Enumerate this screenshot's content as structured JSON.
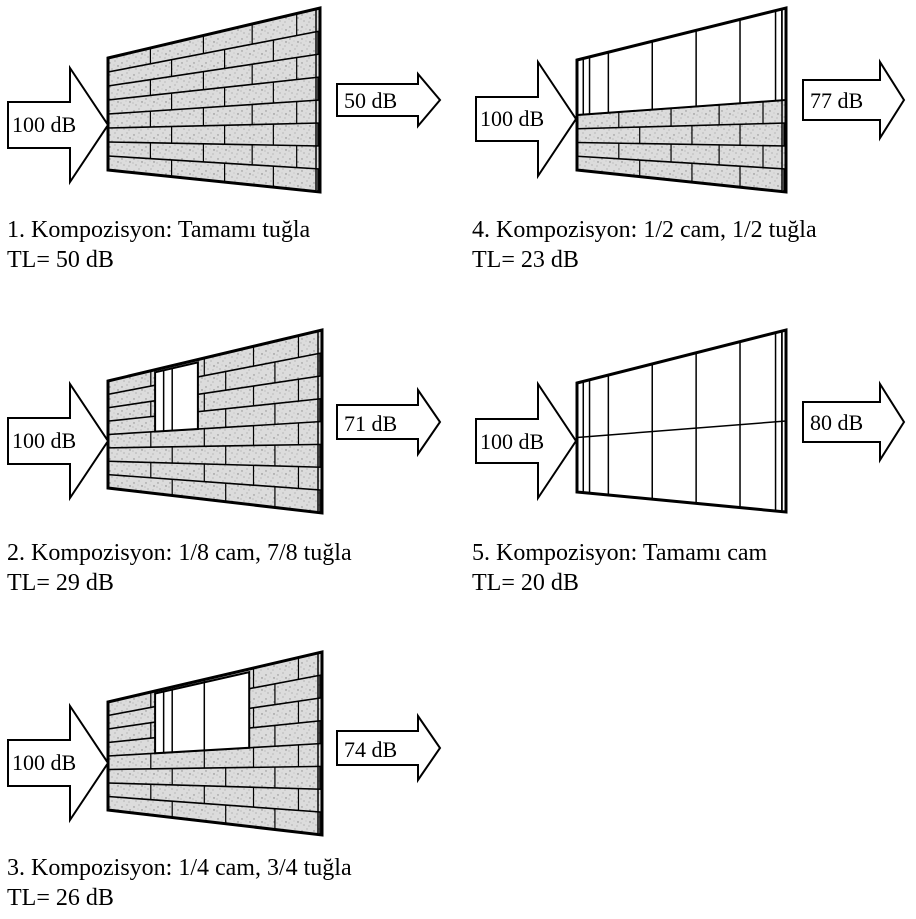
{
  "panels": [
    {
      "id": "p1",
      "incident": "100 dB",
      "transmitted": "50 dB",
      "caption": "1. Kompozisyon: Tamamı tuğla",
      "tl": "TL= 50 dB",
      "wall": "brick",
      "glass_fraction": 0
    },
    {
      "id": "p2",
      "incident": "100 dB",
      "transmitted": "71 dB",
      "caption": "2. Kompozisyon: 1/8 cam, 7/8 tuğla",
      "tl": "TL= 29 dB",
      "wall": "brick-window",
      "glass_fraction": 0.125
    },
    {
      "id": "p3",
      "incident": "100 dB",
      "transmitted": "74 dB",
      "caption": "3. Kompozisyon: 1/4 cam, 3/4 tuğla",
      "tl": "TL= 26 dB",
      "wall": "brick-window",
      "glass_fraction": 0.25
    },
    {
      "id": "p4",
      "incident": "100 dB",
      "transmitted": "77 dB",
      "caption": "4. Kompozisyon: 1/2 cam, 1/2  tuğla",
      "tl": "TL= 23 dB",
      "wall": "half",
      "glass_fraction": 0.5
    },
    {
      "id": "p5",
      "incident": "100 dB",
      "transmitted": "80 dB",
      "caption": "5. Kompozisyon: Tamamı cam",
      "tl": "TL= 20 dB",
      "wall": "glass",
      "glass_fraction": 1
    }
  ]
}
